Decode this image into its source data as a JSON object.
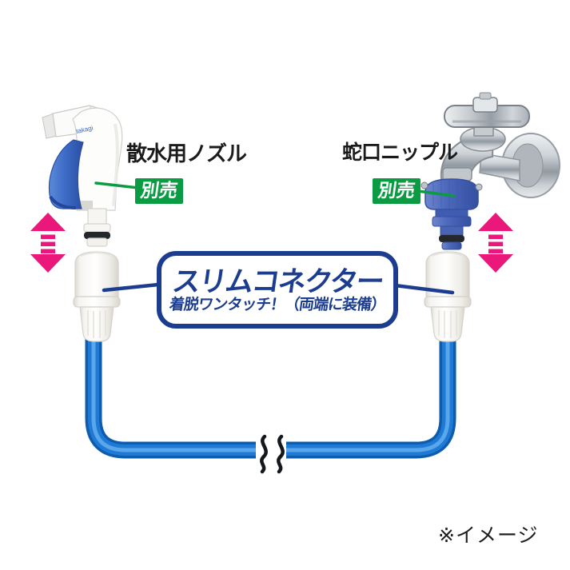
{
  "scene": {
    "background": "#ffffff",
    "nozzle": {
      "label": "散水用ノズル",
      "tag": "別売",
      "brand": "takagi"
    },
    "faucet": {
      "label": "蛇口ニップル",
      "tag": "別売"
    },
    "callout": {
      "title": "スリムコネクター",
      "subtitle": "着脱ワンタッチ！（両端に装備）"
    },
    "note": "※イメージ"
  },
  "colors": {
    "navy": "#1c3d8f",
    "green": "#0a9b43",
    "pink": "#eb187b",
    "hose_blue": "#1f7ad5",
    "hose_dark": "#0d5cae",
    "grip_blue": "#3e6cc8",
    "nipple_blue": "#4d68bc"
  },
  "icons": {
    "detach_arrow": "vertical-double-arrow-with-dashes",
    "hose_break": "double-wave-break-marks"
  }
}
